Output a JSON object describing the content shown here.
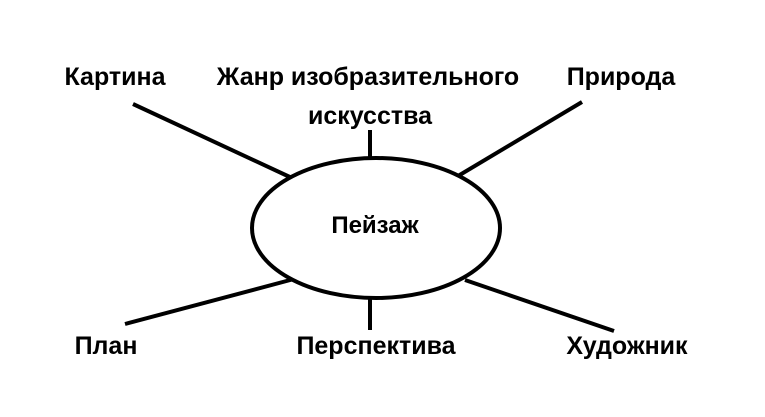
{
  "diagram": {
    "center": "Пейзаж",
    "nodes": {
      "top_left": "Картина",
      "top_center_line1": "Жанр изобразительного",
      "top_center_line2": "искусства",
      "top_right": "Природа",
      "bottom_left": "План",
      "bottom_center": "Перспектива",
      "bottom_right": "Художник"
    },
    "colors": {
      "stroke": "#000000",
      "text": "#000000",
      "background": "#ffffff"
    }
  }
}
